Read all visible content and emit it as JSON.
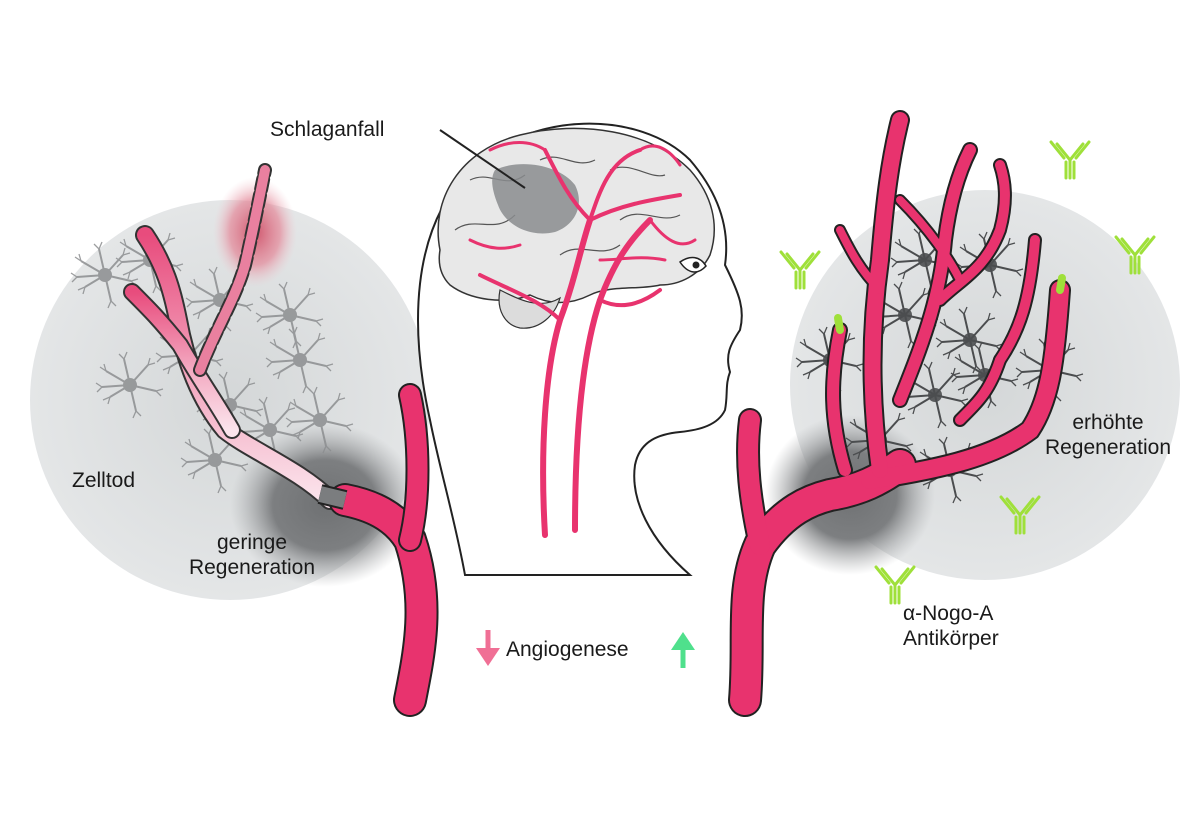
{
  "labels": {
    "stroke": "Schlaganfall",
    "cell_death": "Zelltod",
    "low_regen_1": "geringe",
    "low_regen_2": "Regeneration",
    "high_regen_1": "erhöhte",
    "high_regen_2": "Regeneration",
    "antibody_1": "α-Nogo-A",
    "antibody_2": "Antikörper",
    "angiogenesis": "Angiogenese"
  },
  "colors": {
    "vessel": "#e8336e",
    "vessel_faded": "#f3a9c2",
    "vessel_outline": "#222222",
    "halo": "#d9dcdd",
    "lesion": "#7a7c7e",
    "antibody": "#9fe03a",
    "arrow_down": "#f06f95",
    "arrow_up": "#4fe08c",
    "neuron": "#8a8c8e",
    "neuron_dark": "#555759"
  },
  "icons": {
    "down_arrow": "arrow-down-icon",
    "up_arrow": "arrow-up-icon",
    "antibody": "antibody-icon",
    "neuron": "neuron-icon"
  }
}
